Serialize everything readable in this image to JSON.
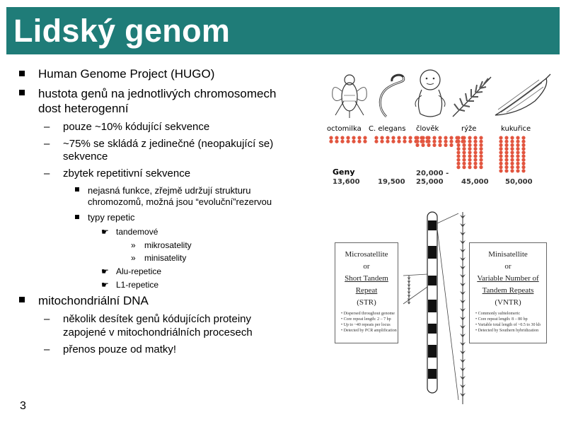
{
  "slide": {
    "title": "Lidský genom",
    "page_number": "3"
  },
  "bullets": {
    "hugo": "Human Genome Project (HUGO)",
    "gene_density_line1": "hustota genů na jednotlivých chromosomech",
    "gene_density_line2": "dost heterogenní",
    "coding": "pouze ~10% kódující sekvence",
    "unique_line1": "~75% se skládá z jedinečné (neopakující se)",
    "unique_line2": "sekvence",
    "repetitive": "zbytek repetitivní sekvence",
    "unclear_line1": "nejasná funkce, zřejmě udržují strukturu",
    "unclear_line2": "chromozomů, možná jsou “evoluční”rezervou",
    "repeat_types": "typy repetic",
    "tandem": "tandemové",
    "microsat": "mikrosatelity",
    "minisat": "minisatelity",
    "alu": "Alu-repetice",
    "l1": "L1-repetice",
    "mito": "mitochondriální DNA",
    "mito_genes_line1": "několik desítek genů kódujících proteiny",
    "mito_genes_line2": "zapojené v mitochondriálních procesech",
    "maternal": "přenos pouze od matky!",
    "markers": {
      "square": "■",
      "dash": "–",
      "hand": "☛",
      "raquo": "»"
    }
  },
  "organisms_figure": {
    "organisms": [
      {
        "label": "octomilka",
        "count": "13,600",
        "dots": 14,
        "icon": "fly-icon"
      },
      {
        "label": "C. elegans",
        "count": "19,500",
        "dots": 20,
        "icon": "worm-icon"
      },
      {
        "label": "člověk",
        "count_line1": "20,000 -",
        "count_line2": "25,000",
        "dots": 25,
        "icon": "baby-icon"
      },
      {
        "label": "rýže",
        "count": "45,000",
        "dots": 45,
        "icon": "rice-icon"
      },
      {
        "label": "kukuřice",
        "count": "50,000",
        "dots": 50,
        "icon": "corn-icon"
      }
    ],
    "geny_label": "Geny",
    "dot_color": "#e2553f"
  },
  "repeat_figure": {
    "micro_box": {
      "line1": "Microsatellite",
      "line2": "or",
      "line3": "Short Tandem Repeat",
      "line4": "(STR)",
      "details": [
        "• Dispersed throughout genome",
        "• Core repeat length: 2 – 7 bp",
        "• Up to ~40 repeats per locus",
        "• Detected by PCR amplification"
      ]
    },
    "mini_box": {
      "line1": "Minisatellite",
      "line2": "or",
      "line3": "Variable Number of",
      "line4": "Tandem Repeats",
      "line5": "(VNTR)",
      "details": [
        "• Commonly subtelomeric",
        "• Core repeat length: 8 – 80 bp",
        "• Variable total length of ~0.5 to 30 kb",
        "• Detected by Southern hybridization"
      ]
    }
  },
  "colors": {
    "title_bar": "#1f7c78",
    "title_text": "#ffffff"
  }
}
